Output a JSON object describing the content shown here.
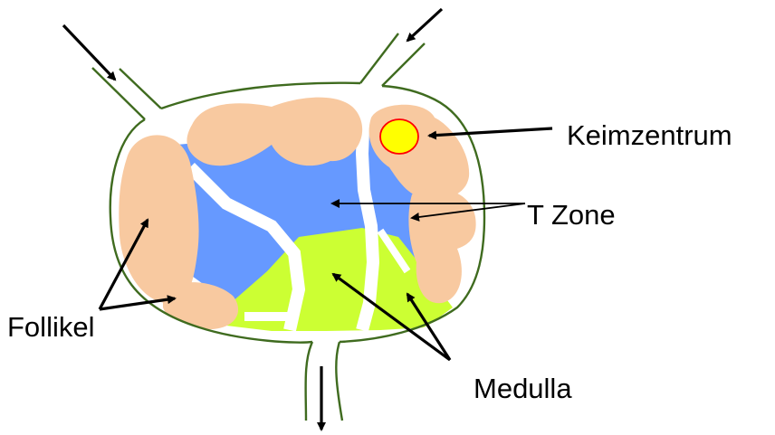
{
  "labels": {
    "keimzentrum": "Keimzentrum",
    "t_zone": "T Zone",
    "follikel": "Follikel",
    "medulla": "Medulla"
  },
  "colors": {
    "capsule": "#3f6b1f",
    "follicle": "#f8c9a0",
    "t_zone": "#6699ff",
    "medulla": "#ccff33",
    "germinal_center_fill": "#ffff00",
    "germinal_center_stroke": "#ff0000",
    "arrow": "#000000"
  }
}
